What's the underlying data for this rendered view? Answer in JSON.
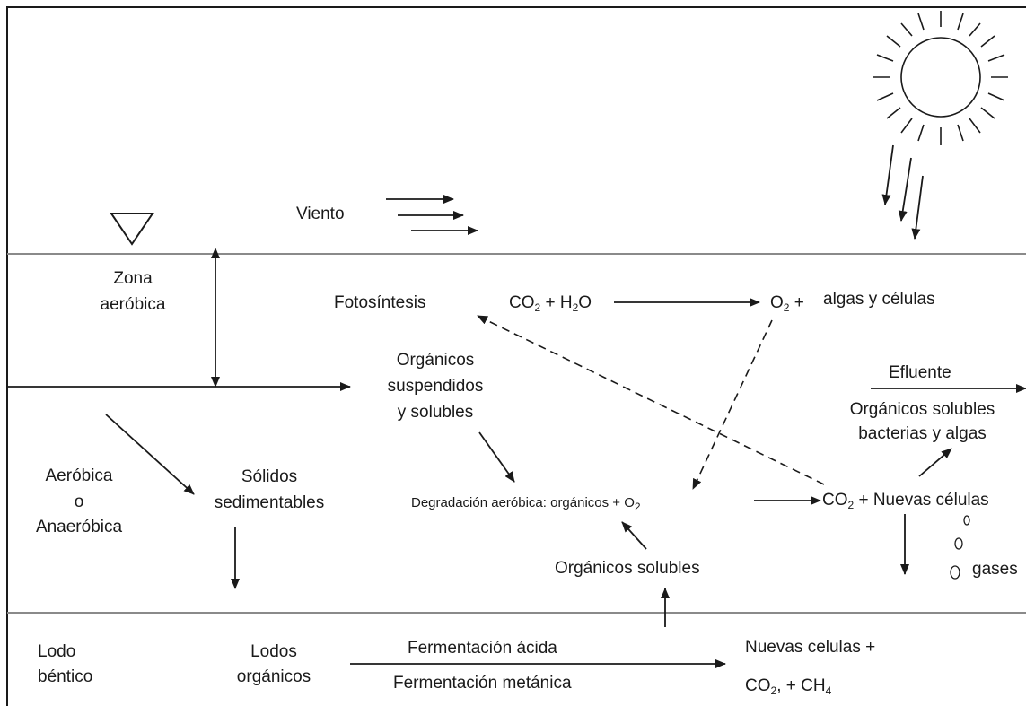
{
  "labels": {
    "viento": "Viento",
    "zona": "Zona",
    "aerobica": "aeróbica",
    "fotosintesis": "Fotosíntesis",
    "co2_h2o_a": "CO",
    "co2_h2o_sub1": "2",
    "co2_h2o_b": " + H",
    "co2_h2o_sub2": "2",
    "co2_h2o_c": "O",
    "o2_a": "O",
    "o2_sub": "2",
    "o2_b": " +",
    "algas_celulas": "algas y células",
    "org_susp_1": "Orgánicos",
    "org_susp_2": "suspendidos",
    "org_susp_3": "y solubles",
    "efluente": "Efluente",
    "efl_desc_1": "Orgánicos solubles",
    "efl_desc_2": "bacterias y algas",
    "aer_anaer_1": "Aeróbica",
    "aer_anaer_2": "o",
    "aer_anaer_3": "Anaeróbica",
    "solidos_1": "Sólidos",
    "solidos_2": "sedimentables",
    "degradacion_a": "Degradación aeróbica: orgánicos + O",
    "degradacion_sub": "2",
    "co2_nuevas_a": "CO",
    "co2_nuevas_sub": "2",
    "co2_nuevas_b": " + Nuevas células",
    "gases": "gases",
    "org_solubles": "Orgánicos solubles",
    "lodo_1": "Lodo",
    "lodo_2": "béntico",
    "lodos_org_1": "Lodos",
    "lodos_org_2": "orgánicos",
    "ferm_acida": "Fermentación ácida",
    "ferm_metanica": "Fermentación metánica",
    "nuevas_celulas": "Nuevas celulas +",
    "co2_ch4_a": "CO",
    "co2_ch4_sub1": "2",
    "co2_ch4_b": ", + CH",
    "co2_ch4_sub2": "4"
  },
  "colors": {
    "line": "#1a1a1a",
    "water_line": "#8a8a8a",
    "background": "#ffffff"
  },
  "icons": {
    "sun": "sun-icon",
    "water_level": "water-level-triangle-icon"
  }
}
